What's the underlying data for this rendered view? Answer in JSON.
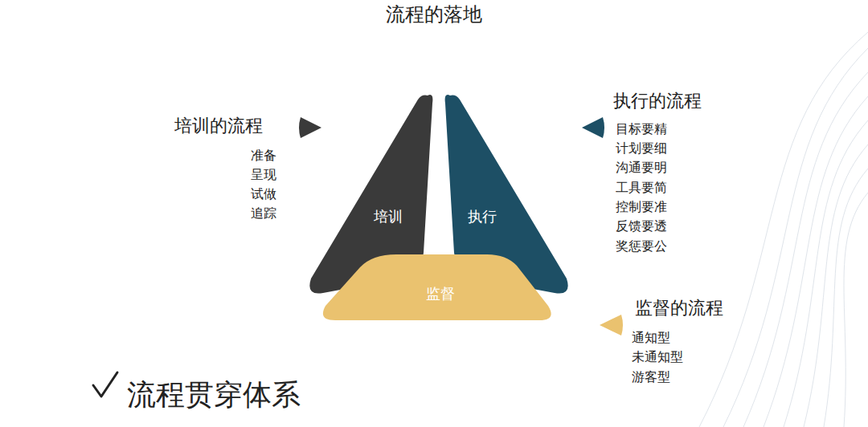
{
  "diagram": {
    "title": "流程的落地",
    "caption": "流程贯穿体系",
    "nodes": [
      {
        "text": [
          "培训"
        ]
      },
      {
        "text": [
          "执行"
        ]
      },
      {
        "text": [
          "监督"
        ]
      }
    ],
    "labels": [
      "培训的流程",
      "准备",
      "呈现",
      "试做",
      "追踪",
      "执行的流程",
      "目标要精",
      "计划要细",
      "沟通要明",
      "工具要简",
      "控制要准",
      "反馈要透",
      "奖惩要公",
      "监督的流程",
      "通知型",
      "未通知型",
      "游客型"
    ]
  }
}
